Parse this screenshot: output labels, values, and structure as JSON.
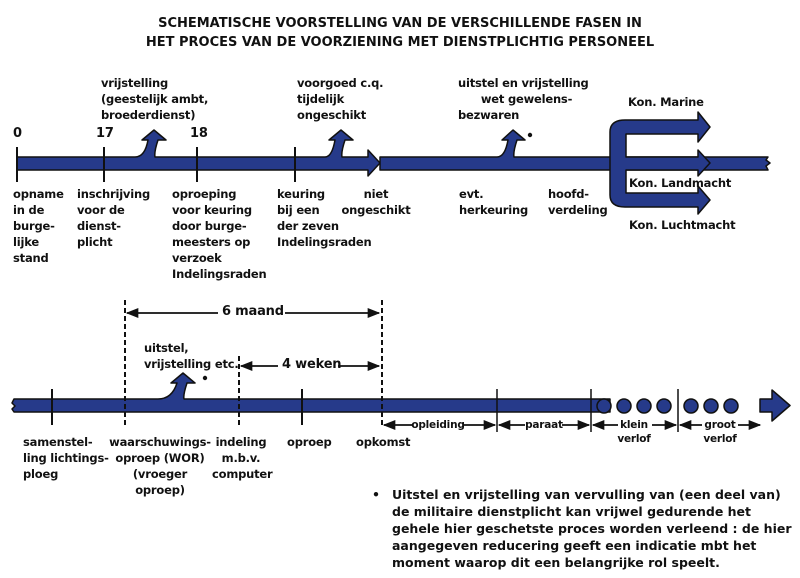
{
  "title": "SCHEMATISCHE VOORSTELLING VAN DE VERSCHILLENDE FASEN IN\nHET PROCES VAN DE VOORZIENING MET DIENSTPLICHTIG PERSONEEL",
  "colors": {
    "bar": "#263a8a",
    "outline": "#111111"
  },
  "top": {
    "ages": [
      "0",
      "17",
      "18"
    ],
    "above": {
      "vrijstelling": "vrijstelling\n(geestelijk ambt,\nbroederdienst)",
      "ongeschikt": "voorgoed c.q.\ntijdelijk\nongeschikt",
      "gewetens": "uitstel en vrijstelling\n      wet gewelens-\nbezwaren"
    },
    "below": {
      "opname": "opname\nin de\nburge-\nlijke\nstand",
      "inschrijving": "inschrijving\nvoor de\ndienst-\nplicht",
      "oproeping": "oproeping\nvoor keuring\ndoor burge-\nmeesters op\nverzoek\nIndelingsraden",
      "keuring": "keuring\nbij een\nder zeven\nIndelingsraden",
      "niet_ongeschikt": "niet\nongeschikt",
      "herkeuring": "evt.\nherkeuring",
      "hoofdverdeling": "hoofd-\nverdeling"
    },
    "branches": [
      "Kon. Marine",
      "Kon. Landmacht",
      "Kon. Luchtmacht"
    ]
  },
  "bottom": {
    "six_months": "6  maand",
    "four_weeks": "4  weken",
    "uitstel": "uitstel,\nvrijstelling etc.",
    "below": {
      "samenstelling": "samenstel-\nling lichtings-\nploeg",
      "waarschuwing": "waarschuwings-\noproep (WOR)\n(vroeger\noproep)",
      "indeling": "indeling\nm.b.v.\ncomputer",
      "oproep": "oproep",
      "opkomst": "opkomst"
    },
    "segments": [
      "opleiding",
      "paraat",
      "klein\nverlof",
      "groot\nverlof"
    ]
  },
  "note": {
    "bullet": "•",
    "text": "Uitstel en vrijstelling van vervulling van (een deel van) de militaire dienstplicht kan vrijwel gedurende het gehele hier geschetste proces worden verleend : de hier aangegeven reducering geeft een indicatie mbt het moment waarop dit een belangrijke rol speelt."
  }
}
